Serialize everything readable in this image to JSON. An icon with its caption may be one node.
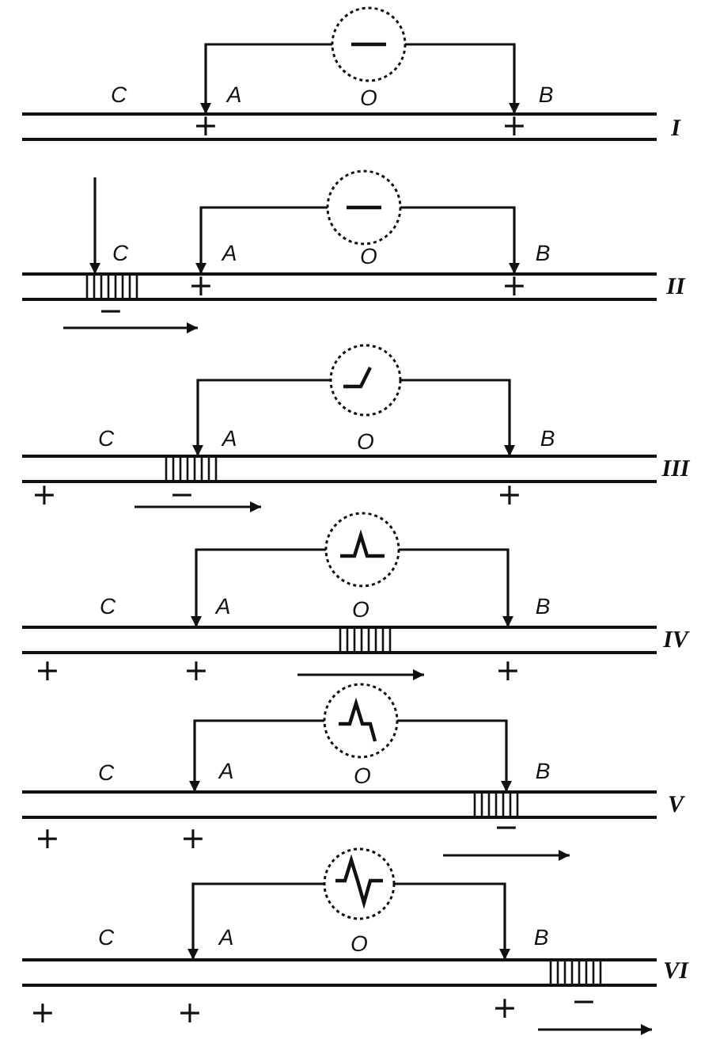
{
  "diagram": {
    "nodes": [
      {
        "text": [],
        "shape": "circle"
      },
      {
        "text": [],
        "shape": "bar"
      },
      {
        "text": [],
        "shape": "circle"
      },
      {
        "text": [],
        "shape": "bar"
      },
      {
        "text": [],
        "shape": "circle"
      },
      {
        "text": [],
        "shape": "bar"
      },
      {
        "text": [],
        "shape": "circle"
      },
      {
        "text": [],
        "shape": "bar"
      },
      {
        "text": [],
        "shape": "circle"
      },
      {
        "text": [],
        "shape": "bar"
      },
      {
        "text": [],
        "shape": "circle"
      },
      {
        "text": [],
        "shape": "bar"
      }
    ],
    "edges": [
      {
        "from": 0,
        "to": 1,
        "arrow": "to"
      },
      {
        "from": 0,
        "to": 1,
        "arrow": "to"
      },
      {
        "from": null,
        "to": 3,
        "arrow": "to"
      },
      {
        "from": 2,
        "to": 3,
        "arrow": "to"
      },
      {
        "from": 2,
        "to": 3,
        "arrow": "to"
      },
      {
        "from": 4,
        "to": 5,
        "arrow": "to"
      },
      {
        "from": 4,
        "to": 5,
        "arrow": "to"
      },
      {
        "from": 6,
        "to": 7,
        "arrow": "to"
      },
      {
        "from": 6,
        "to": 7,
        "arrow": "to"
      },
      {
        "from": 8,
        "to": 9,
        "arrow": "to"
      },
      {
        "from": 8,
        "to": 9,
        "arrow": "to"
      },
      {
        "from": 10,
        "to": 11,
        "arrow": "to"
      },
      {
        "from": 10,
        "to": 11,
        "arrow": "to"
      }
    ],
    "labels": [
      "C",
      "A",
      "O",
      "B",
      "+",
      "+",
      "I",
      "C",
      "A",
      "O",
      "B",
      "+",
      "+",
      "II",
      "−",
      "C",
      "A",
      "O",
      "B",
      "III",
      "+",
      "−",
      "+",
      "C",
      "A",
      "O",
      "B",
      "IV",
      "+",
      "+",
      "+",
      "C",
      "A",
      "O",
      "B",
      "V",
      "+",
      "+",
      "−",
      "C",
      "A",
      "O",
      "B",
      "VI",
      "+",
      "+",
      "+",
      "−"
    ]
  }
}
